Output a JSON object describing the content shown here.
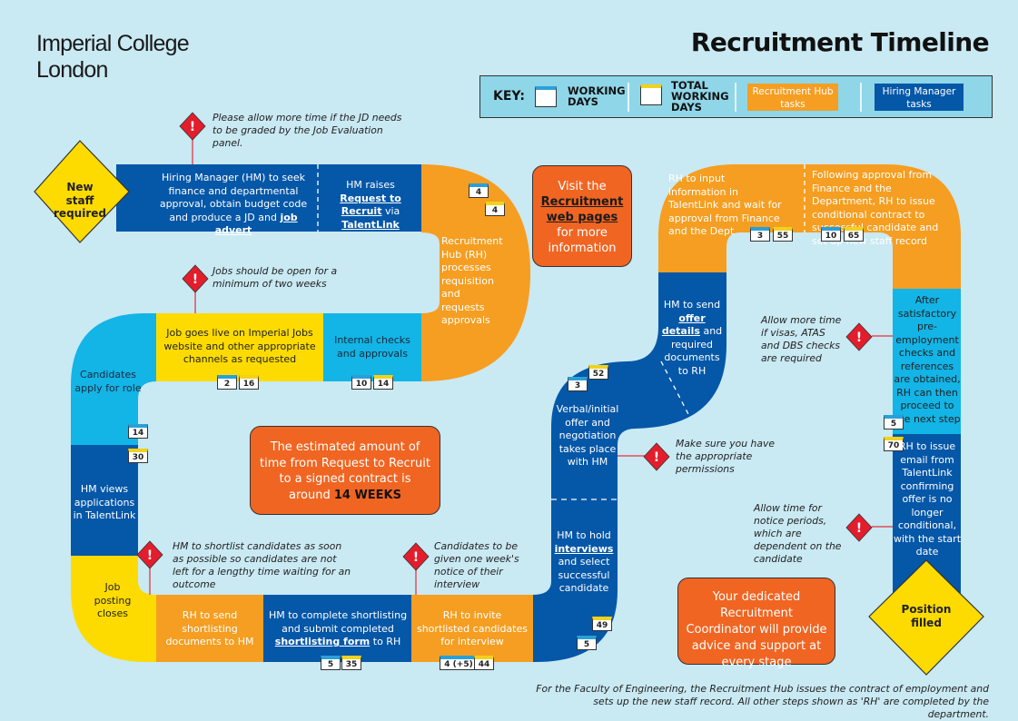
{
  "header": {
    "logo_line1": "Imperial College",
    "logo_line2": "London",
    "title": "Recruitment Timeline"
  },
  "key": {
    "label": "KEY:",
    "working_days": "WORKING DAYS",
    "total_working_days": "TOTAL WORKING DAYS",
    "rh_tasks": "Recruitment Hub tasks",
    "hm_tasks": "Hiring Manager tasks",
    "colors": {
      "rh": "#f59e21",
      "hm": "#0557a8",
      "external": "#13b4e6",
      "yellow": "#fddb00",
      "callout": "#f06522",
      "warning": "#e31d2c"
    }
  },
  "steps": {
    "start": "New staff required",
    "s1": {
      "pre": "Hiring Manager (HM) to seek finance and departmental approval, obtain budget code and produce a JD and ",
      "link": "job advert"
    },
    "s2": {
      "pre": "HM raises ",
      "link1": "Request to Recruit",
      "mid": " via ",
      "link2": "TalentLink",
      "wd": "4",
      "total": "4"
    },
    "s3": {
      "text": "Recruitment Hub (RH) processes requisition and requests approvals"
    },
    "s4": {
      "text": "Internal checks and approvals",
      "wd": "10",
      "total": "14"
    },
    "s5": {
      "text": "Job goes live on Imperial Jobs website and other appropriate channels as requested",
      "wd": "2",
      "total": "16"
    },
    "s6": {
      "text": "Candidates apply for role",
      "wd": "14",
      "total": "30"
    },
    "s7": {
      "text": "HM views applications in TalentLink"
    },
    "s8": {
      "text": "Job posting closes"
    },
    "s9": {
      "text": "RH to send shortlisting documents to HM"
    },
    "s10": {
      "pre": "HM to complete shortlisting and submit completed ",
      "link": "shortlisting form",
      "post": " to RH",
      "wd": "5",
      "total": "35"
    },
    "s11": {
      "text": "RH to invite shortlisted candidates for interview",
      "wd": "4 (+5)",
      "total": "44"
    },
    "s12": {
      "pre": "HM to hold ",
      "link": "interviews",
      "post": " and select successful candidate",
      "wd": "5",
      "total": "49"
    },
    "s13": {
      "text": "Verbal/initial offer and negotiation takes place with HM",
      "wd": "3",
      "total": "52"
    },
    "s14": {
      "pre": "HM to send ",
      "link": "offer details",
      "post": " and required documents to RH"
    },
    "s15": {
      "text": "RH to input information in TalentLink and wait for approval from Finance and the Dept",
      "wd": "3",
      "total": "55"
    },
    "s16": {
      "text": "Following approval from Finance and the Department, RH to issue conditional contract to successful candidate and set up new staff record",
      "wd": "10",
      "total": "65"
    },
    "s17": {
      "text": "After satisfactory pre-employment checks and references are obtained, RH can then proceed to the next step",
      "wd": "5",
      "total": "70"
    },
    "s18": {
      "text": "RH to issue email from TalentLink confirming offer is no longer conditional, with the start date"
    },
    "end": "Position filled"
  },
  "notes": {
    "n1": "Please allow more time if the JD needs to be graded by the Job Evaluation panel.",
    "n2": "Jobs should be open for a minimum of two weeks",
    "n3": "HM to shortlist candidates as soon as possible so candidates are not left for a lengthy time waiting for an outcome",
    "n4": "Candidates to be given one week's notice of their interview",
    "n5": "Make sure you have the appropriate permissions",
    "n6": "Allow more time if visas, ATAS and DBS checks are required",
    "n7": "Allow time for notice periods, which are dependent on the candidate"
  },
  "callouts": {
    "visit_pre": "Visit the",
    "visit_link": "Recruitment web pages",
    "visit_post": "for more information",
    "estimate_pre": "The estimated amount of time from Request to Recruit to a signed contract is around ",
    "estimate_bold": "14 WEEKS",
    "coordinator": "Your dedicated Recruitment Coordinator will provide advice and support at every stage"
  },
  "footer": "For the Faculty of Engineering, the Recruitment Hub issues the contract of employment and sets up the new staff record. All other steps shown as 'RH' are completed by the department."
}
